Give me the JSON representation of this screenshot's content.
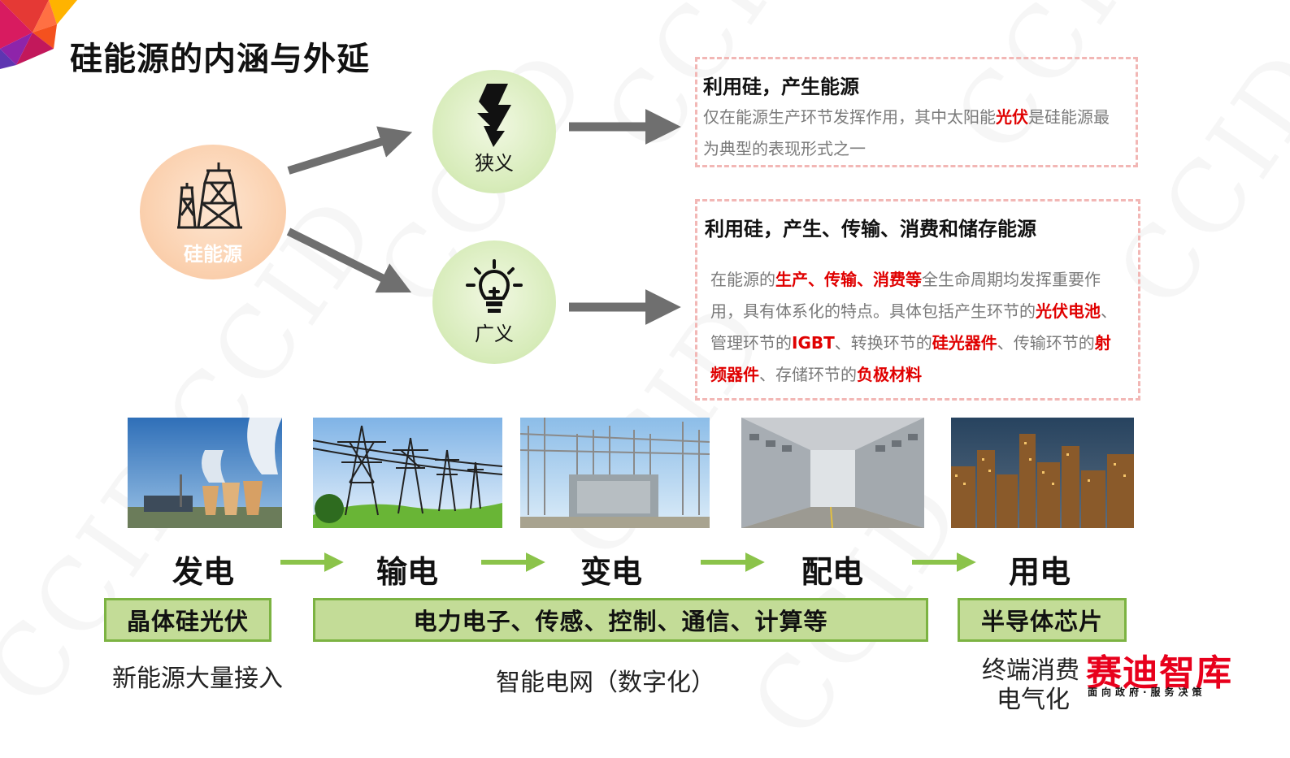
{
  "title": "硅能源的内涵与外延",
  "main_circle": {
    "label": "硅能源"
  },
  "narrow": {
    "label": "狭义",
    "heading": "利用硅，产生能源",
    "body": [
      {
        "t": "仅在能源生产环节发挥作用，其中太阳能"
      },
      {
        "t": "光伏",
        "hl": true
      },
      {
        "t": "是硅能源最为典型的表现形式之一"
      }
    ]
  },
  "broad": {
    "label": "广义",
    "heading": "利用硅，产生、传输、消费和储存能源",
    "body": [
      {
        "t": "在能源的"
      },
      {
        "t": "生产、传输、消费等",
        "hl": true
      },
      {
        "t": "全生命周期均发挥重要作用，具有体系化的特点。具体包括产生环节的"
      },
      {
        "t": "光伏电池",
        "hl": true
      },
      {
        "t": "、管理环节的"
      },
      {
        "t": "IGBT",
        "hl": true
      },
      {
        "t": "、转换环节的"
      },
      {
        "t": "硅光器件",
        "hl": true
      },
      {
        "t": "、传输环节的"
      },
      {
        "t": "射频器件",
        "hl": true
      },
      {
        "t": "、存储环节的"
      },
      {
        "t": "负极材料",
        "hl": true
      }
    ]
  },
  "stages": [
    "发电",
    "输电",
    "变电",
    "配电",
    "用电"
  ],
  "bars": {
    "pv": "晶体硅光伏",
    "middle": "电力电子、传感、控制、通信、计算等",
    "chip": "半导体芯片"
  },
  "captions": {
    "left": "新能源大量接入",
    "middle": "智能电网（数字化）",
    "right_line1": "终端消费",
    "right_line2": "电气化"
  },
  "logo": {
    "name": "赛迪智库",
    "tagline": "面向政府·服务决策"
  },
  "watermark": "CCID",
  "colors": {
    "highlight": "#e00000",
    "bar_fill": "#c3dc97",
    "bar_border": "#7cb342",
    "dashed_border": "#f2b7b5",
    "arrow_gray": "#6f6f6f",
    "arrow_green": "#8bc34a",
    "logo_red": "#e8001c"
  }
}
